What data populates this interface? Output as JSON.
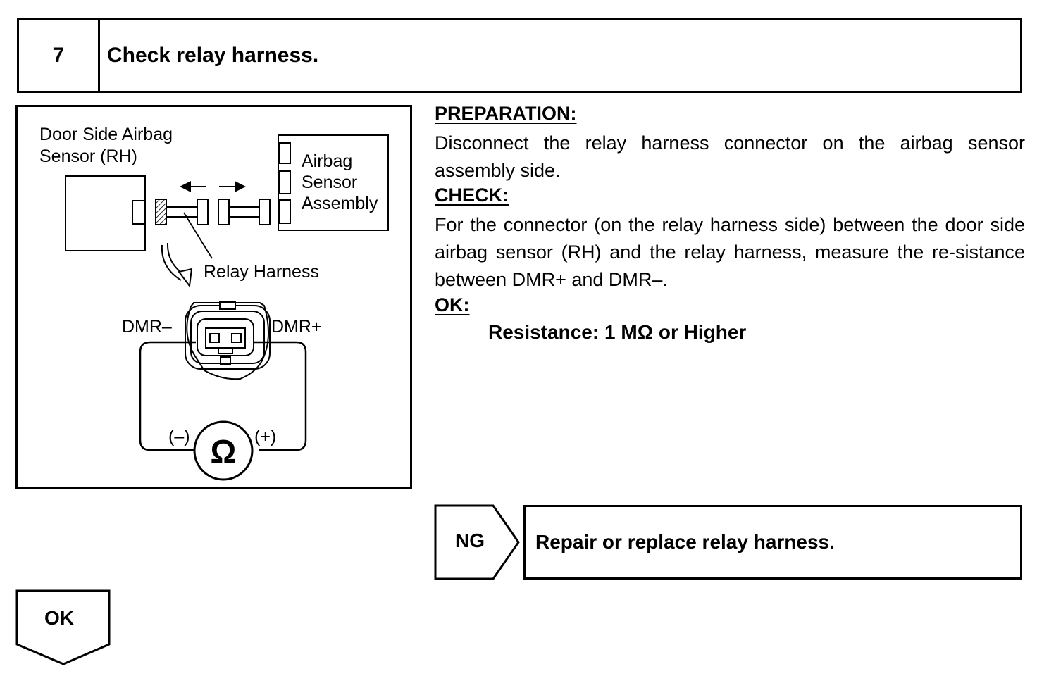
{
  "step": {
    "number": "7",
    "title": "Check relay harness."
  },
  "diagram": {
    "door_sensor_label_line1": "Door Side Airbag",
    "door_sensor_label_line2": "Sensor (RH)",
    "airbag_label_line1": "Airbag",
    "airbag_label_line2": "Sensor",
    "airbag_label_line3": "Assembly",
    "relay_harness_label": "Relay Harness",
    "dmr_minus": "DMR–",
    "dmr_plus": "DMR+",
    "probe_minus": "(–)",
    "probe_plus": "(+)",
    "ohm_symbol": "Ω",
    "ohmmeter_icon": "ohmmeter-icon"
  },
  "preparation": {
    "heading": "PREPARATION:",
    "text": "Disconnect the relay harness connector on the airbag sensor assembly side."
  },
  "check": {
    "heading": "CHECK:",
    "text": "For the connector (on the relay harness side) between the door side airbag sensor (RH) and the relay harness, measure the re-sistance between DMR+ and DMR–."
  },
  "ok": {
    "heading": "OK:",
    "spec": "Resistance: 1 MΩ or Higher"
  },
  "ng_result": {
    "tag": "NG",
    "action": "Repair or replace relay harness."
  },
  "ok_result": {
    "tag": "OK"
  }
}
